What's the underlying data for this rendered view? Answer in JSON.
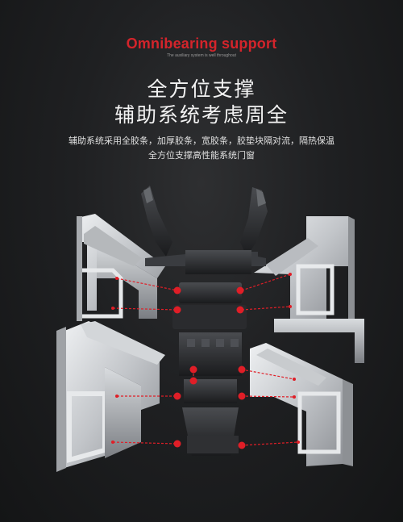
{
  "brand": {
    "title": "Omnibearing support",
    "tagline": "The auxiliary system is well throughout"
  },
  "heading": {
    "line1": "全方位支撑",
    "line2": "辅助系统考虑周全"
  },
  "description": {
    "line1": "辅助系统采用全胶条，加厚胶条，宽胶条，胶垫块隔对流，隔热保温",
    "line2": "全方位支撑高性能系统门窗"
  },
  "colors": {
    "accent": "#d4242b",
    "background": "#1f2022",
    "profile": "#c9cccf"
  }
}
